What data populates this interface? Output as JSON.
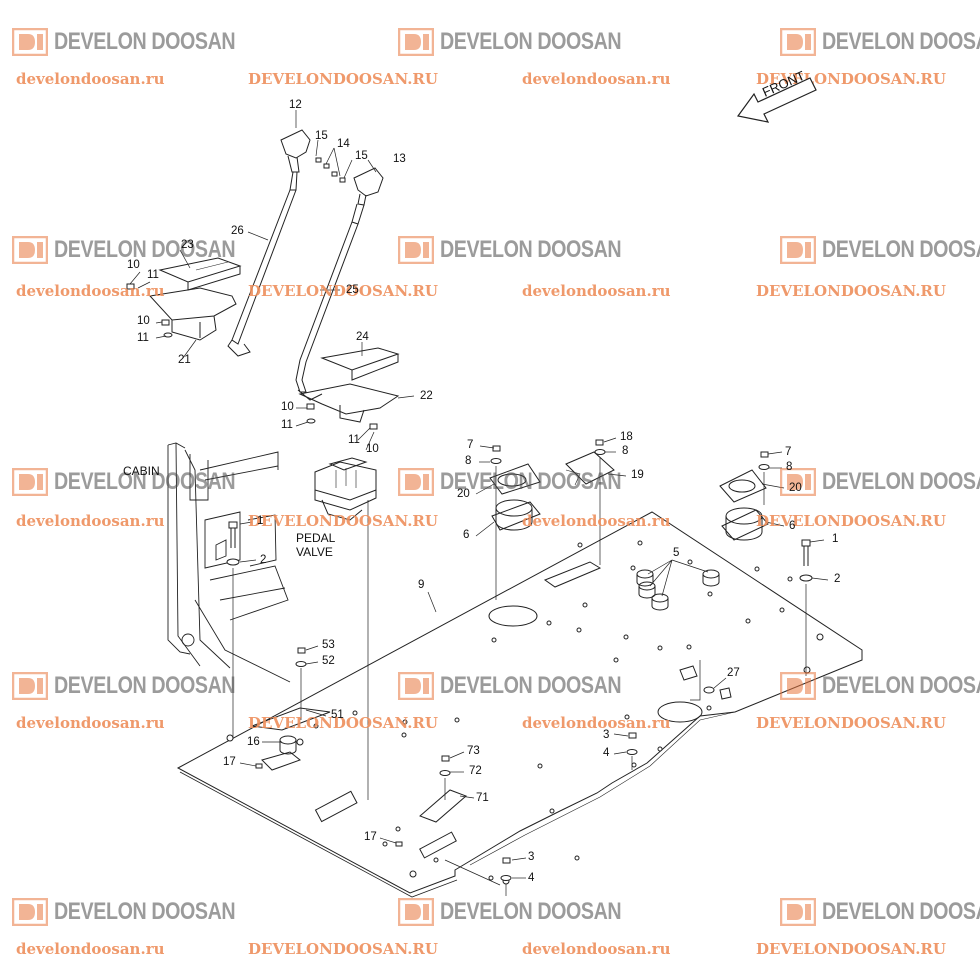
{
  "watermark": {
    "brand": "DEVELON DOOSAN",
    "url_lower": "develondoosan.ru",
    "url_upper": "DEVELONDOOSAN.RU",
    "logo_color": "#e9773f"
  },
  "direction_arrow": {
    "label": "FRONT"
  },
  "text_labels": {
    "cabin": "CABIN",
    "pedal_valve_line1": "PEDAL",
    "pedal_valve_line2": "VALVE"
  },
  "callouts": [
    "12",
    "15",
    "14",
    "15",
    "13",
    "26",
    "23",
    "10",
    "11",
    "25",
    "10",
    "11",
    "21",
    "24",
    "22",
    "10",
    "11",
    "11",
    "10",
    "7",
    "8",
    "18",
    "8",
    "19",
    "7",
    "8",
    "20",
    "20",
    "6",
    "6",
    "1",
    "2",
    "1",
    "2",
    "9",
    "5",
    "53",
    "52",
    "51",
    "16",
    "17",
    "27",
    "3",
    "4",
    "73",
    "72",
    "71",
    "17",
    "3",
    "4"
  ]
}
